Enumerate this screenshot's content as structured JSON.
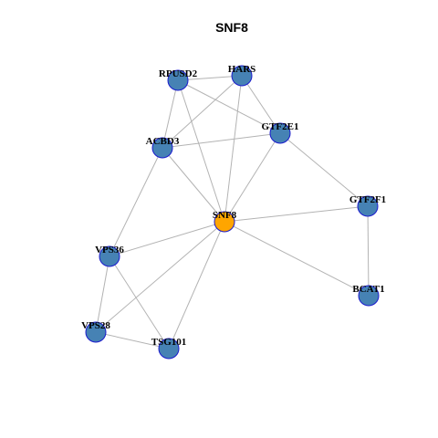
{
  "title": "SNF8",
  "colors": {
    "center_fill": "#ffa500",
    "node_fill": "#4682b4",
    "node_stroke": "#1a1acd",
    "edge": "#b3b3b3"
  },
  "nodes": [
    {
      "id": "RPUSD2",
      "label": "RPUSD2",
      "center": false
    },
    {
      "id": "HARS",
      "label": "HARS",
      "center": false
    },
    {
      "id": "GTF2E1",
      "label": "GTF2E1",
      "center": false
    },
    {
      "id": "ACBD3",
      "label": "ACBD3",
      "center": false
    },
    {
      "id": "GTF2F1",
      "label": "GTF2F1",
      "center": false
    },
    {
      "id": "SNF8",
      "label": "SNF8",
      "center": true
    },
    {
      "id": "VPS36",
      "label": "VPS36",
      "center": false
    },
    {
      "id": "BCAT1",
      "label": "BCAT1",
      "center": false
    },
    {
      "id": "VPS28",
      "label": "VPS28",
      "center": false
    },
    {
      "id": "TSG101",
      "label": "TSG101",
      "center": false
    }
  ],
  "edges": [
    [
      "RPUSD2",
      "HARS"
    ],
    [
      "RPUSD2",
      "GTF2E1"
    ],
    [
      "RPUSD2",
      "ACBD3"
    ],
    [
      "RPUSD2",
      "SNF8"
    ],
    [
      "HARS",
      "ACBD3"
    ],
    [
      "HARS",
      "GTF2E1"
    ],
    [
      "HARS",
      "SNF8"
    ],
    [
      "ACBD3",
      "GTF2E1"
    ],
    [
      "ACBD3",
      "SNF8"
    ],
    [
      "ACBD3",
      "VPS36"
    ],
    [
      "GTF2E1",
      "SNF8"
    ],
    [
      "GTF2E1",
      "GTF2F1"
    ],
    [
      "SNF8",
      "GTF2F1"
    ],
    [
      "SNF8",
      "BCAT1"
    ],
    [
      "SNF8",
      "VPS36"
    ],
    [
      "SNF8",
      "VPS28"
    ],
    [
      "SNF8",
      "TSG101"
    ],
    [
      "GTF2F1",
      "BCAT1"
    ],
    [
      "VPS36",
      "VPS28"
    ],
    [
      "VPS36",
      "TSG101"
    ],
    [
      "VPS28",
      "TSG101"
    ]
  ]
}
